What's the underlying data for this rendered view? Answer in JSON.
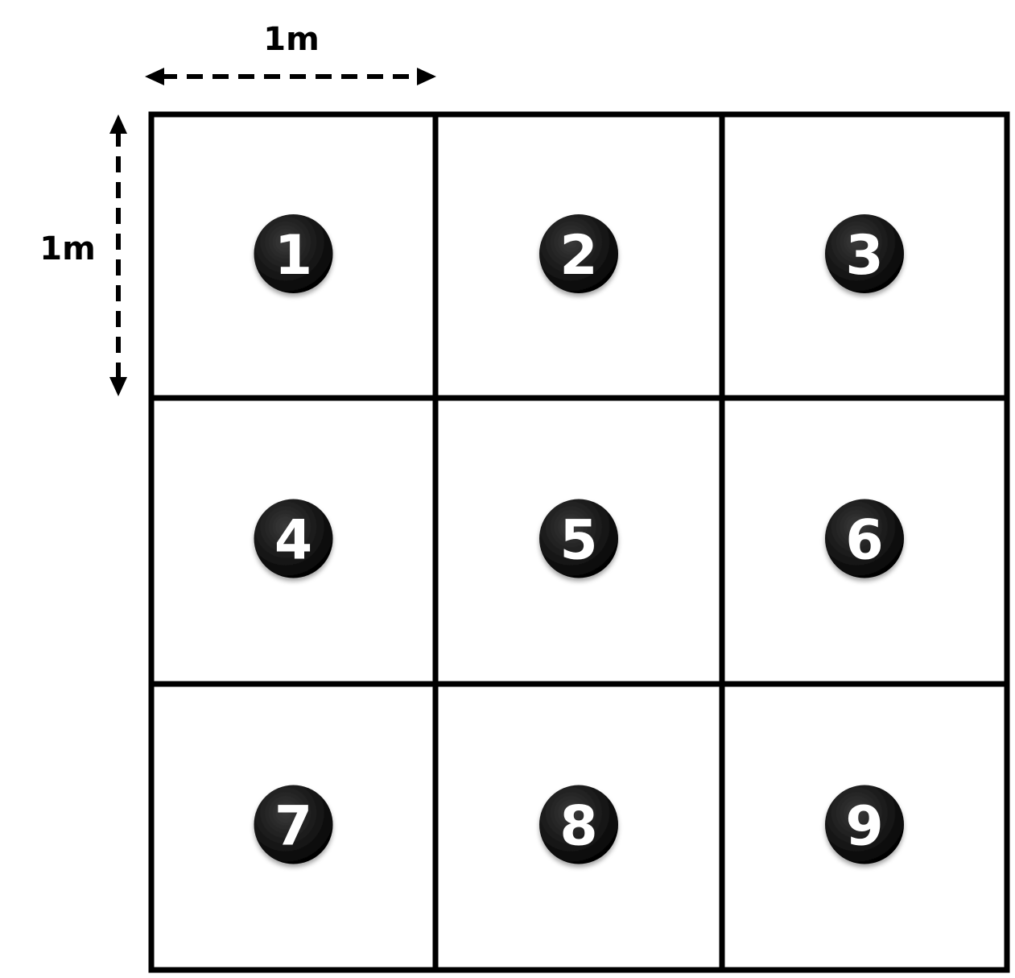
{
  "dimension_labels": {
    "horizontal": "1m",
    "vertical": "1m"
  },
  "grid": {
    "rows": 3,
    "cols": 3,
    "cells": [
      "1",
      "2",
      "3",
      "4",
      "5",
      "6",
      "7",
      "8",
      "9"
    ]
  },
  "colors": {
    "line": "#000000",
    "badge_fill": "#000000",
    "badge_text": "#ffffff",
    "background": "#ffffff"
  }
}
